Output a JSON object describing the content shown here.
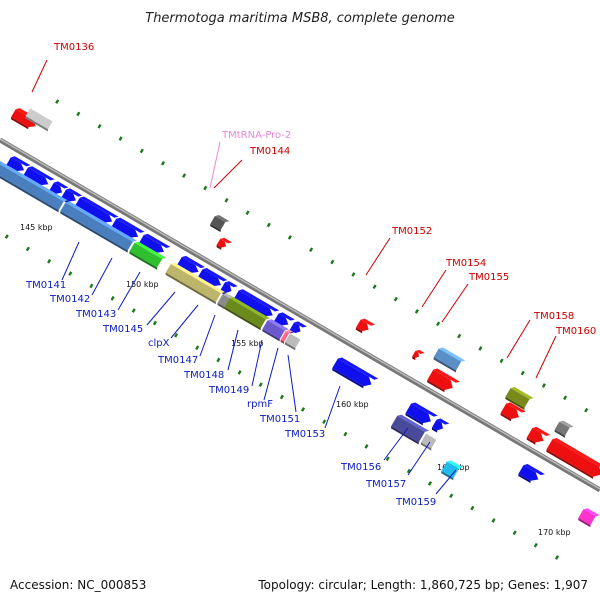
{
  "title": "Thermotoga maritima MSB8, complete genome",
  "footer": {
    "accession": "Accession: NC_000853",
    "topology": "Topology: circular; Length: 1,860,725 bp; Genes: 1,907"
  },
  "colors": {
    "reverse_genes": "#1010ee",
    "forward_genes": "#ee1010",
    "label_reverse": "#0b1bbf",
    "label_forward": "#cc0000",
    "trna_label": "#e58ad6",
    "backbone": "#888888",
    "tick": "#1a7a1a"
  },
  "kbp_labels": [
    "145 kbp",
    "150 kbp",
    "155 kbp",
    "160 kbp",
    "165 kbp",
    "170 kbp"
  ],
  "labels_reverse": [
    "TM0141",
    "TM0142",
    "TM0143",
    "TM0145",
    "clpX",
    "TM0147",
    "TM0148",
    "TM0149",
    "rpmF",
    "TM0151",
    "TM0153",
    "TM0156",
    "TM0157",
    "TM0159"
  ],
  "labels_forward": [
    "TM0136",
    "TM0144",
    "TM0152",
    "TM0154",
    "TM0155",
    "TM0158",
    "TM0160"
  ],
  "label_trna": "TMtRNA-Pro-2"
}
